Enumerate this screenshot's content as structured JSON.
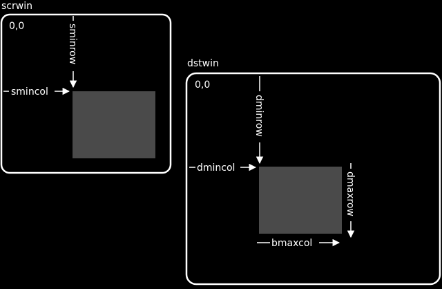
{
  "colors": {
    "background": "#000000",
    "stroke": "#ffffff",
    "text": "#ffffff",
    "region": "#4a4a4a"
  },
  "src_window": {
    "title": "scrwin",
    "origin": "0,0",
    "labels": {
      "sminrow": "sminrow",
      "smincol": "smincol"
    }
  },
  "dst_window": {
    "title": "dstwin",
    "origin": "0,0",
    "labels": {
      "dminrow": "dminrow",
      "dmincol": "dmincol",
      "dmaxrow": "dmaxrow",
      "bmaxcol": "bmaxcol"
    }
  }
}
